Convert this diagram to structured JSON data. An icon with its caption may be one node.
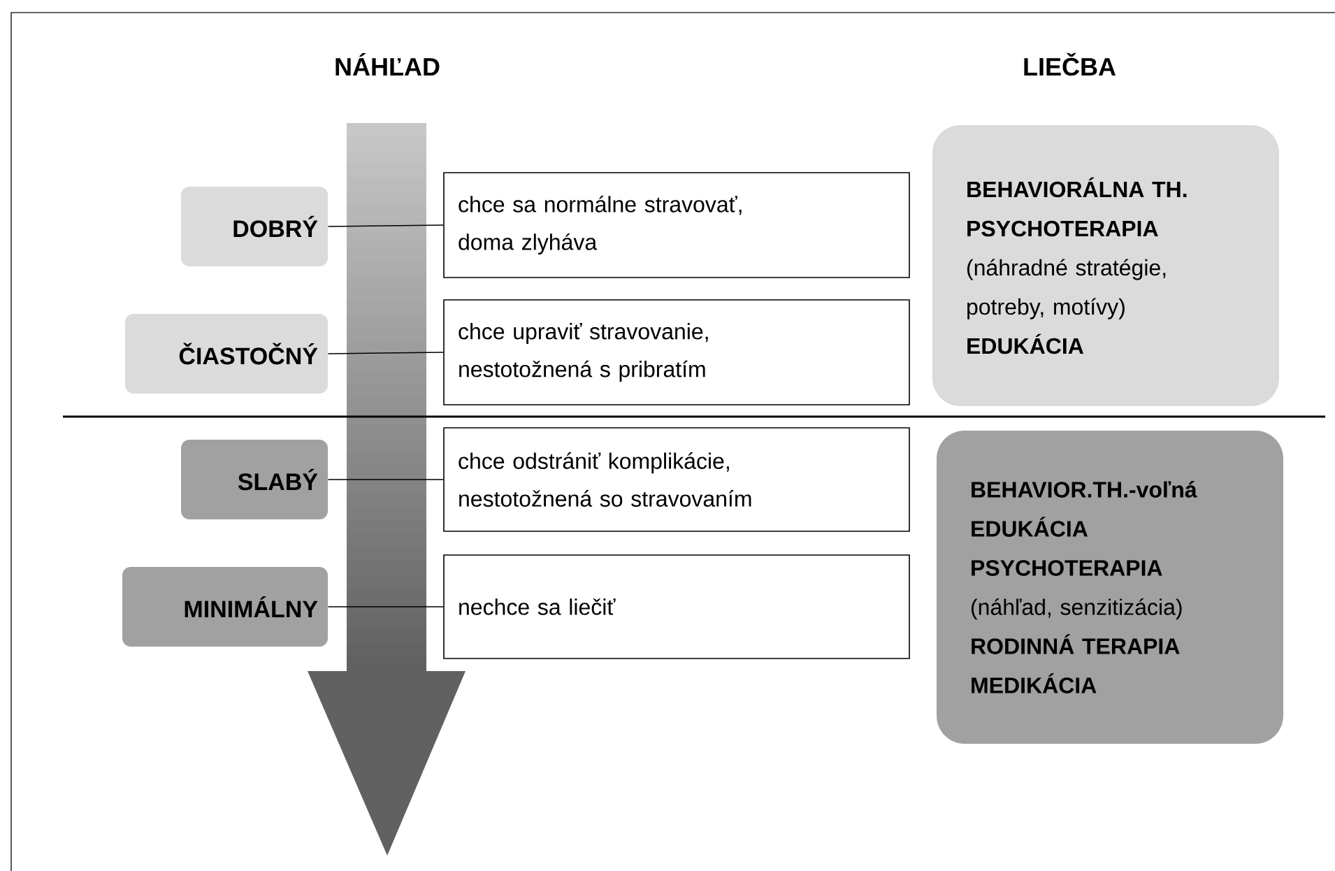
{
  "diagram": {
    "nodes": [
      {
        "text": [
          "DOBRÝ"
        ]
      },
      {
        "text": [
          "chce sa normálne stravovať, doma zlyháva"
        ]
      },
      {
        "text": [
          "ČIASTOČNÝ"
        ]
      },
      {
        "text": [
          "chce upraviť stravovanie, nestotožnená s pribratím"
        ]
      },
      {
        "text": [
          "SLABÝ"
        ]
      },
      {
        "text": [
          "chce odstrániť komplikácie, nestotožnená so stravovaním"
        ]
      },
      {
        "text": [
          "MINIMÁLNY"
        ]
      },
      {
        "text": [
          "nechce sa liečiť"
        ]
      },
      {
        "text": [
          "BEHAVIORÁLNA TH.",
          "PSYCHOTERAPIA",
          "(náhradné stratégie, potreby, motívy)",
          "EDUKÁCIA"
        ]
      },
      {
        "text": [
          "BEHAVIOR.TH.-voľná",
          "EDUKÁCIA",
          "PSYCHOTERAPIA",
          "(náhľad, senzitizácia)",
          "RODINNÁ TERAPIA",
          "MEDIKÁCIA"
        ]
      }
    ],
    "edges": [
      {
        "from": 0,
        "to": 1,
        "arrow": "none"
      },
      {
        "from": 2,
        "to": 3,
        "arrow": "none"
      },
      {
        "from": 4,
        "to": 5,
        "arrow": "none"
      },
      {
        "from": 6,
        "to": 7,
        "arrow": "none"
      }
    ],
    "labels": [
      "NÁHĽAD",
      "LIEČBA"
    ]
  }
}
